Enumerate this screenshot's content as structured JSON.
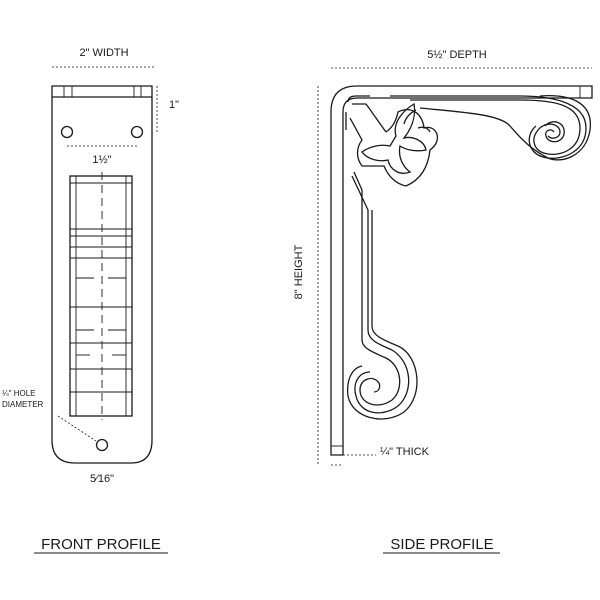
{
  "front": {
    "width_label": "2\" WIDTH",
    "top_height_label": "1\"",
    "inner_width_label": "1½\"",
    "hole_label_line1": "¼\" HOLE",
    "hole_label_line2": "DIAMETER",
    "bottom_label": "5⁄16\"",
    "title": "FRONT PROFILE"
  },
  "side": {
    "depth_label": "5½\" DEPTH",
    "height_label": "8\" HEIGHT",
    "thick_label": "¼\" THICK",
    "title": "SIDE PROFILE"
  },
  "colors": {
    "line": "#1a1a1a",
    "background": "#ffffff"
  }
}
